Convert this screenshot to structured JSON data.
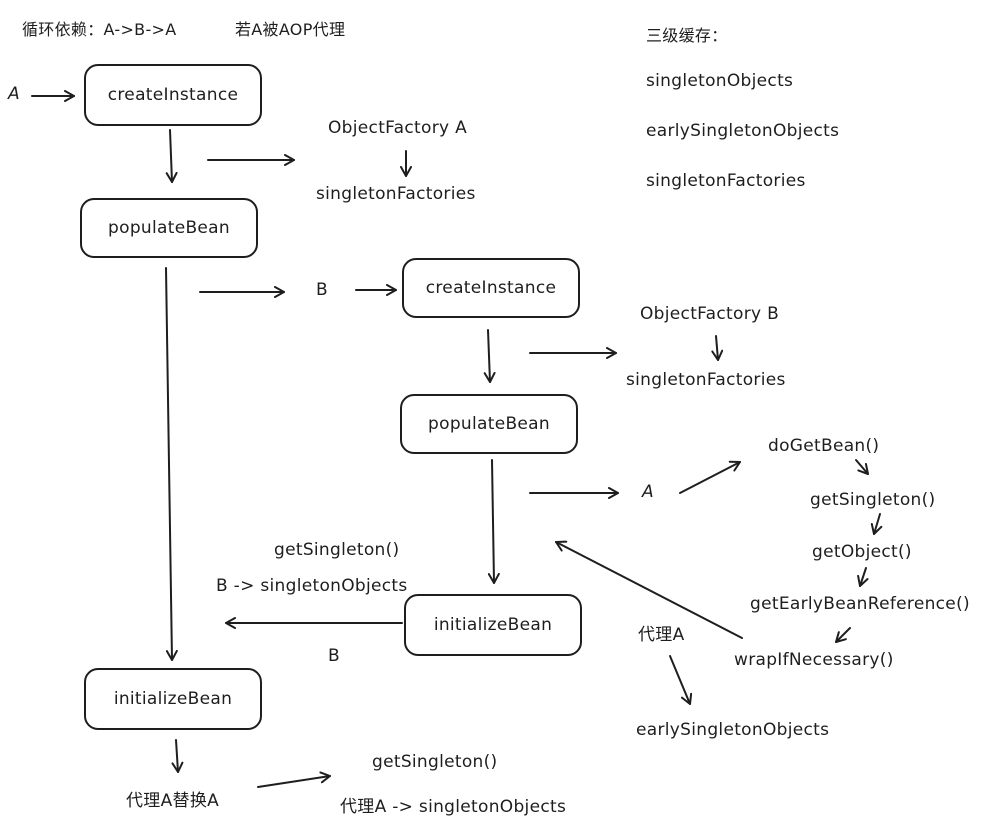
{
  "header": {
    "title": "循环依赖：A->B->A",
    "aop_note": "若A被AOP代理"
  },
  "cache": {
    "title": "三级缓存：",
    "levels": [
      "singletonObjects",
      "earlySingletonObjects",
      "singletonFactories"
    ]
  },
  "bean_a": {
    "input": "A",
    "create": "createInstance",
    "factory": "ObjectFactory A",
    "factory_store": "singletonFactories",
    "populate": "populateBean",
    "dependency": "B",
    "initialize": "initializeBean",
    "replace_note": "代理A替换A",
    "final_call": "getSingleton()",
    "final_store": "代理A -> singletonObjects"
  },
  "bean_b": {
    "create": "createInstance",
    "factory": "ObjectFactory B",
    "factory_store": "singletonFactories",
    "populate": "populateBean",
    "dependency": "A",
    "initialize": "initializeBean",
    "get_call": "getSingleton()",
    "store": "B -> singletonObjects",
    "return_label": "B"
  },
  "lookup": {
    "steps": [
      "doGetBean()",
      "getSingleton()",
      "getObject()",
      "getEarlyBeanReference()",
      "wrapIfNecessary()"
    ],
    "proxy_label": "代理A",
    "proxy_store": "earlySingletonObjects"
  }
}
